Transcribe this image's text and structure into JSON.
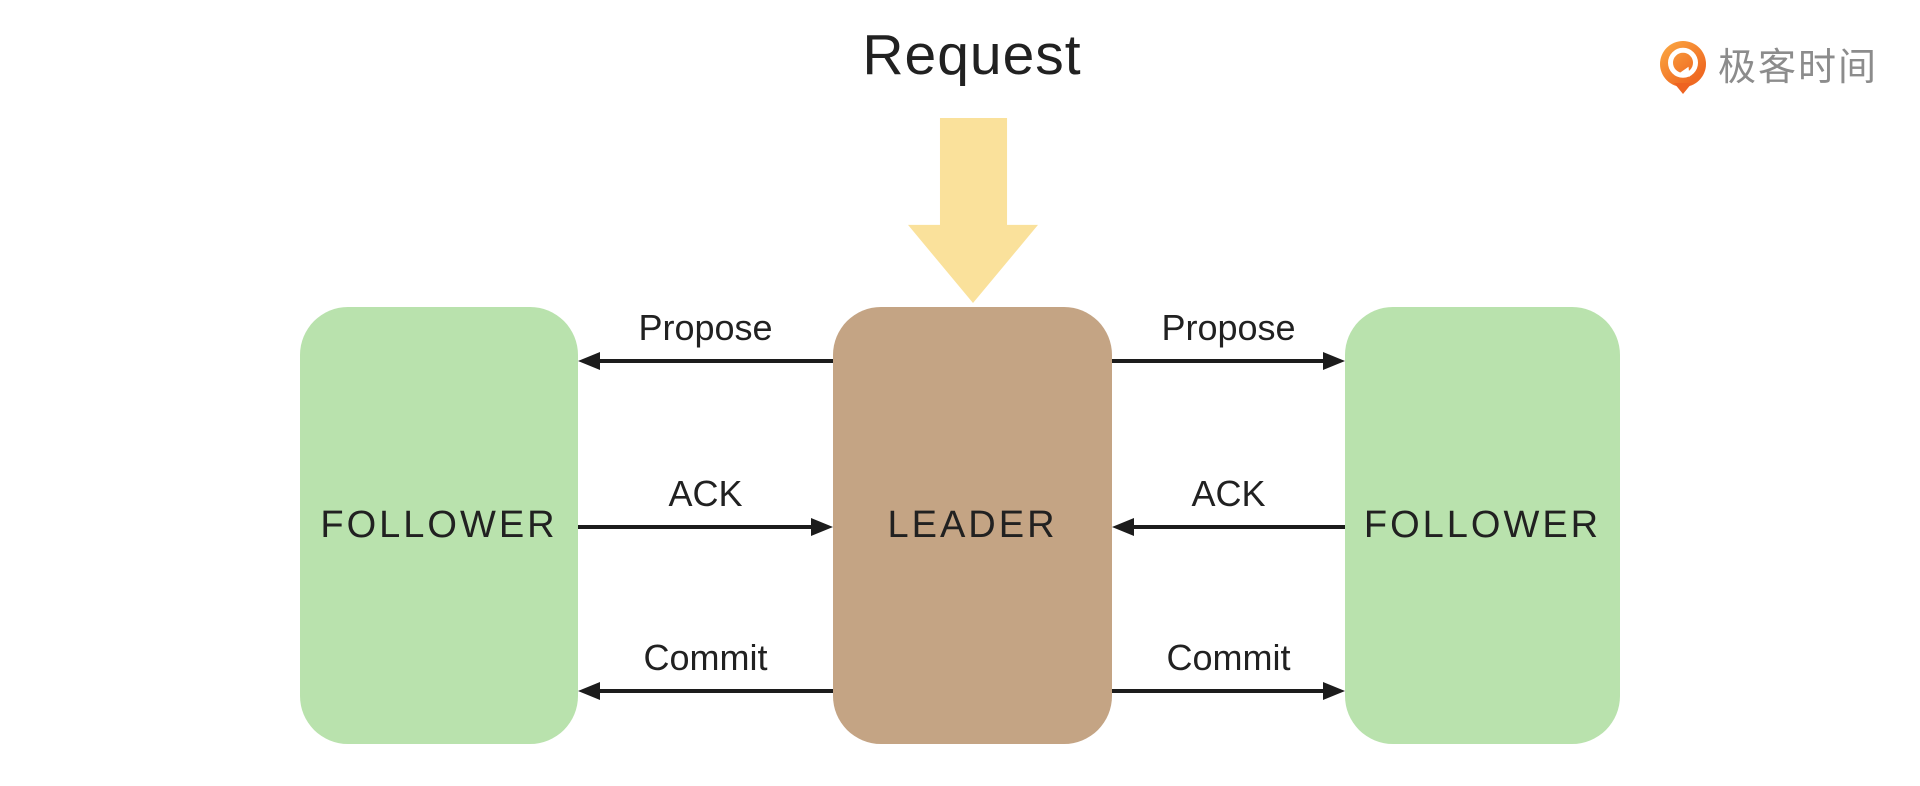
{
  "title": "Request",
  "logo": {
    "text": "极客时间"
  },
  "nodes": [
    {
      "id": "follower-left",
      "label": "FOLLOWER"
    },
    {
      "id": "leader",
      "label": "LEADER"
    },
    {
      "id": "follower-right",
      "label": "FOLLOWER"
    }
  ],
  "edges": [
    {
      "label": "Propose",
      "from": "leader",
      "to": "follower-left",
      "direction": "left"
    },
    {
      "label": "Propose",
      "from": "leader",
      "to": "follower-right",
      "direction": "right"
    },
    {
      "label": "ACK",
      "from": "follower-left",
      "to": "leader",
      "direction": "right"
    },
    {
      "label": "ACK",
      "from": "follower-right",
      "to": "leader",
      "direction": "left"
    },
    {
      "label": "Commit",
      "from": "leader",
      "to": "follower-left",
      "direction": "left"
    },
    {
      "label": "Commit",
      "from": "leader",
      "to": "follower-right",
      "direction": "right"
    }
  ],
  "colors": {
    "follower_fill": "#b9e2ad",
    "leader_fill": "#c4a484",
    "request_arrow_fill": "#fae19b",
    "line": "#1c1c1c",
    "ink": "#212121",
    "logo_text": "#8c8c8c",
    "brand_orange": "#ee6a22"
  }
}
